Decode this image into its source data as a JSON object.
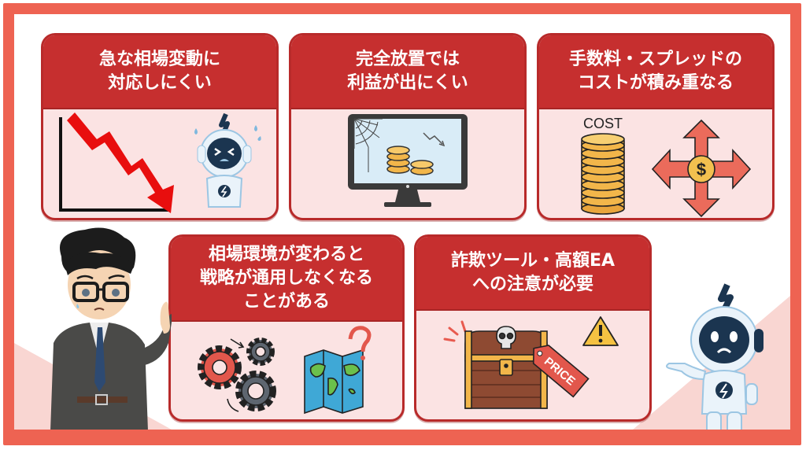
{
  "theme": {
    "frame_color": "#EE6352",
    "card_header_color": "#C62F2F",
    "card_body_color": "#FBE3E3",
    "header_text_color": "#FFFFFF"
  },
  "cards": [
    {
      "title_lines": [
        "急な相場変動に",
        "対応しにくい"
      ],
      "icons": [
        "falling-chart-arrow-icon",
        "panicked-robot-icon"
      ]
    },
    {
      "title_lines": [
        "完全放置では",
        "利益が出にくい"
      ],
      "icons": [
        "monitor-cobweb-coins-icon"
      ]
    },
    {
      "title_lines": [
        "手数料・スプレッドの",
        "コストが積み重なる"
      ],
      "cost_label": "COST",
      "icons": [
        "coin-stack-icon",
        "dollar-four-arrows-icon"
      ]
    },
    {
      "title_lines": [
        "相場環境が変わると",
        "戦略が通用しなくなる",
        "ことがある"
      ],
      "icons": [
        "gears-icon",
        "map-question-icon"
      ]
    },
    {
      "title_lines": [
        "詐欺ツール・高額EA",
        "への注意が必要"
      ],
      "price_tag": "PRICE",
      "icons": [
        "skull-treasure-chest-icon",
        "warning-icon",
        "price-tag-icon"
      ]
    }
  ],
  "characters": {
    "left": "worried-businessman-with-glasses",
    "right": "worried-robot-pointing"
  }
}
